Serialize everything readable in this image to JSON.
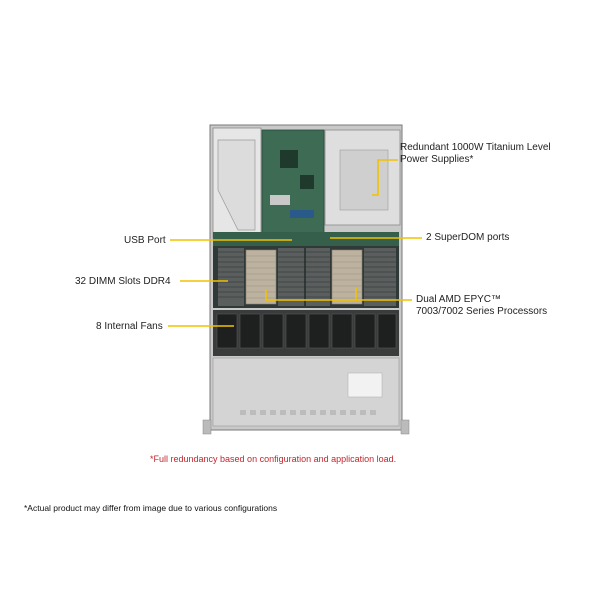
{
  "callouts": {
    "power": [
      "Redundant 1000W Titanium Level",
      "Power Supplies*"
    ],
    "superdom": "2 SuperDOM ports",
    "usb": "USB Port",
    "dimm": "32 DIMM Slots DDR4",
    "cpu": [
      "Dual AMD EPYC™",
      "7003/7002 Series Processors"
    ],
    "fans": "8 Internal  Fans"
  },
  "footnote": "*Full redundancy based on configuration and application load.",
  "disclaimer": "*Actual product may differ from image due to various configurations",
  "colors": {
    "callout_line": "#f2c200",
    "footnote": "#c0262d"
  }
}
